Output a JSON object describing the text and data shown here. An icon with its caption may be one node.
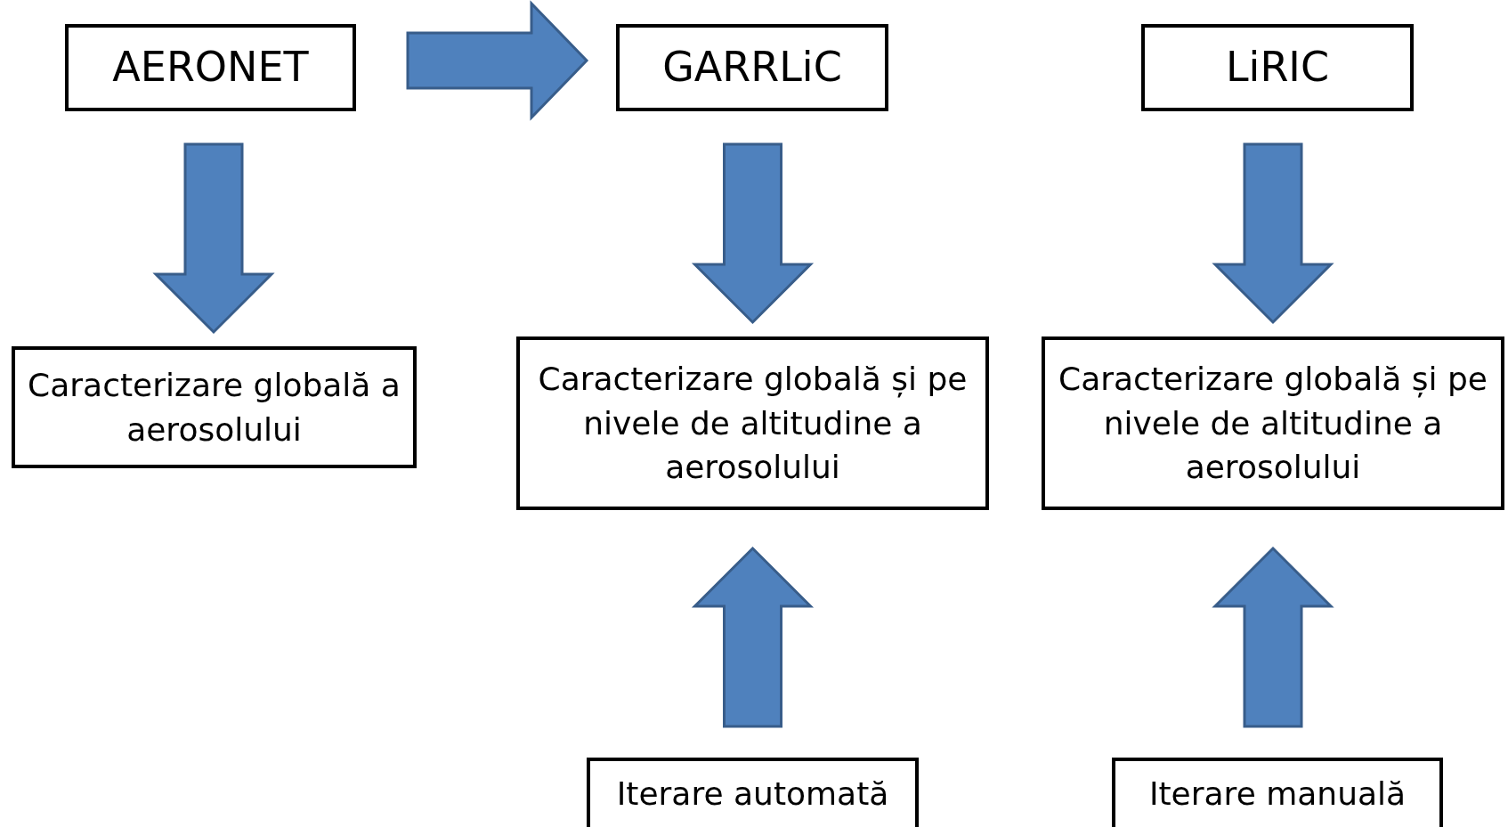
{
  "diagram": {
    "nodes": [
      {
        "text": [
          "AERONET"
        ]
      },
      {
        "text": [
          "GARRLiC"
        ]
      },
      {
        "text": [
          "LiRIC"
        ]
      },
      {
        "text": [
          "Caracterizare globală a aerosolului"
        ]
      },
      {
        "text": [
          "Caracterizare globală și pe nivele de altitudine  a aerosolului"
        ]
      },
      {
        "text": [
          "Caracterizare globală și pe nivele de altitudine  a aerosolului"
        ]
      },
      {
        "text": [
          "Iterare automată"
        ]
      },
      {
        "text": [
          "Iterare manuală"
        ]
      }
    ],
    "edges": [
      {
        "from": 0,
        "to": 1,
        "arrow": "to"
      },
      {
        "from": 0,
        "to": 3,
        "arrow": "to"
      },
      {
        "from": 1,
        "to": 4,
        "arrow": "to"
      },
      {
        "from": 2,
        "to": 5,
        "arrow": "to"
      },
      {
        "from": 6,
        "to": 4,
        "arrow": "to"
      },
      {
        "from": 7,
        "to": 5,
        "arrow": "to"
      }
    ]
  }
}
